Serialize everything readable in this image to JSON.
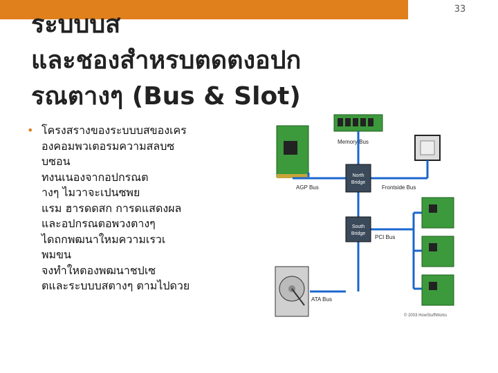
{
  "page_number": "33",
  "title_lines": [
    "ระบบบส",
    "และชองสำหรบตดตงอปก",
    "รณตางๆ     (Bus & Slot)"
  ],
  "body_lines": [
    "โครงสรางของระบบบสของเคร",
    "องคอมพวเตอรมความสลบซ",
    "บซอน",
    "ทงนเนองจากอปกรณต",
    "างๆ  ไมวาจะเปนซพย",
    "แรม ฮารดดสก      การดแสดงผล",
    "และอปกรณตอพวงตางๆ",
    "ไดถกพฒนาใหมความเรวเ",
    "พมขน",
    "จงทำใหตองพฒนาชปเซ",
    "ตและระบบบสตางๆ   ตามไปดวย"
  ],
  "diagram": {
    "memory_bus": "Memory Bus",
    "north_bridge": "North Bridge",
    "agp_bus": "AGP Bus",
    "frontside_bus": "Frontside Bus",
    "south_bridge": "South Bridge",
    "pci_bus": "PCI Bus",
    "ata_bus": "ATA Bus",
    "copyright": "© 2003 HowStuffWorks"
  },
  "colors": {
    "accent": "#e0801c",
    "bus_line": "#1a66cc",
    "bridge_box": "#3b4a5a",
    "card_green": "#3c9a3c"
  }
}
